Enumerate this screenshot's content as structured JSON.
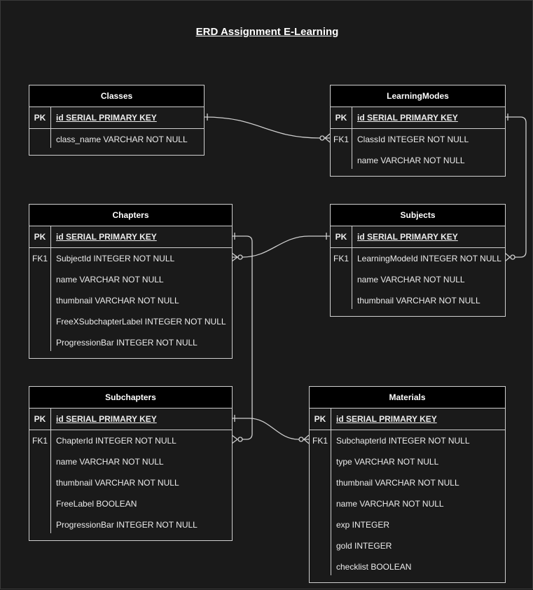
{
  "title": "ERD Assignment E-Learning",
  "colors": {
    "background": "#1a1a1a",
    "header": "#000000",
    "line": "#cfcfcf",
    "text": "#ececec"
  },
  "entities": [
    {
      "id": "classes",
      "name": "Classes",
      "rows": [
        {
          "key": "PK",
          "attr": "id SERIAL PRIMARY KEY"
        },
        {
          "key": "",
          "attr": "class_name VARCHAR NOT NULL"
        }
      ]
    },
    {
      "id": "learningmodes",
      "name": "LearningModes",
      "rows": [
        {
          "key": "PK",
          "attr": "id SERIAL PRIMARY KEY"
        },
        {
          "key": "FK1",
          "attr": "ClassId INTEGER NOT NULL"
        },
        {
          "key": "",
          "attr": "name VARCHAR NOT NULL"
        }
      ]
    },
    {
      "id": "chapters",
      "name": "Chapters",
      "rows": [
        {
          "key": "PK",
          "attr": "id SERIAL PRIMARY KEY"
        },
        {
          "key": "FK1",
          "attr": "SubjectId INTEGER NOT NULL"
        },
        {
          "key": "",
          "attr": "name VARCHAR NOT NULL"
        },
        {
          "key": "",
          "attr": "thumbnail VARCHAR NOT NULL"
        },
        {
          "key": "",
          "attr": "FreeXSubchapterLabel INTEGER NOT NULL"
        },
        {
          "key": "",
          "attr": "ProgressionBar INTEGER NOT NULL"
        }
      ]
    },
    {
      "id": "subjects",
      "name": "Subjects",
      "rows": [
        {
          "key": "PK",
          "attr": "id SERIAL PRIMARY KEY"
        },
        {
          "key": "FK1",
          "attr": "LearningModeId INTEGER NOT NULL"
        },
        {
          "key": "",
          "attr": "name VARCHAR NOT NULL"
        },
        {
          "key": "",
          "attr": "thumbnail VARCHAR NOT NULL"
        }
      ]
    },
    {
      "id": "subchapters",
      "name": "Subchapters",
      "rows": [
        {
          "key": "PK",
          "attr": "id SERIAL PRIMARY KEY"
        },
        {
          "key": "FK1",
          "attr": "ChapterId INTEGER NOT NULL"
        },
        {
          "key": "",
          "attr": "name VARCHAR NOT NULL"
        },
        {
          "key": "",
          "attr": "thumbnail VARCHAR NOT NULL"
        },
        {
          "key": "",
          "attr": "FreeLabel BOOLEAN"
        },
        {
          "key": "",
          "attr": "ProgressionBar INTEGER NOT NULL"
        }
      ]
    },
    {
      "id": "materials",
      "name": "Materials",
      "rows": [
        {
          "key": "PK",
          "attr": "id SERIAL PRIMARY KEY"
        },
        {
          "key": "FK1",
          "attr": "SubchapterId INTEGER NOT NULL"
        },
        {
          "key": "",
          "attr": "type VARCHAR NOT NULL"
        },
        {
          "key": "",
          "attr": "thumbnail VARCHAR NOT NULL"
        },
        {
          "key": "",
          "attr": "name VARCHAR NOT NULL"
        },
        {
          "key": "",
          "attr": "exp INTEGER"
        },
        {
          "key": "",
          "attr": "gold INTEGER"
        },
        {
          "key": "",
          "attr": "checklist BOOLEAN"
        }
      ]
    }
  ],
  "relationships": [
    {
      "from": "classes",
      "to": "learningmodes",
      "cardinality": "one-to-many"
    },
    {
      "from": "learningmodes",
      "to": "subjects",
      "cardinality": "one-to-many"
    },
    {
      "from": "subjects",
      "to": "chapters",
      "cardinality": "one-to-many"
    },
    {
      "from": "chapters",
      "to": "subchapters",
      "cardinality": "one-to-many"
    },
    {
      "from": "subchapters",
      "to": "materials",
      "cardinality": "one-to-many"
    }
  ]
}
